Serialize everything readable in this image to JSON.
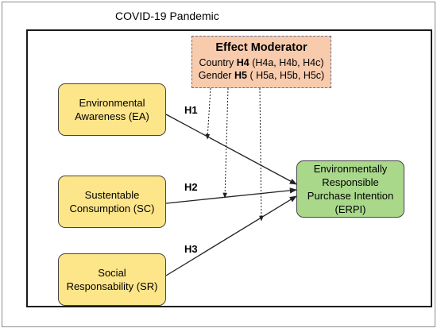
{
  "diagram": {
    "context_label": "COVID-19 Pandemic",
    "moderator": {
      "title": "Effect Moderator",
      "rows": [
        {
          "variable": "Country",
          "hypothesis": "H4",
          "subs": "(H4a, H4b, H4c)"
        },
        {
          "variable": "Gender",
          "hypothesis": "H5",
          "subs": "( H5a, H5b, H5c)"
        }
      ]
    },
    "constructs": [
      {
        "id": "EA",
        "line1": "Environmental",
        "line2": "Awareness (EA)"
      },
      {
        "id": "SC",
        "line1": "Sustentable",
        "line2": "Consumption (SC)"
      },
      {
        "id": "SR",
        "line1": "Social",
        "line2": "Responsability (SR)"
      }
    ],
    "outcome": {
      "id": "ERPI",
      "lines": [
        "Environmentally",
        "Responsible",
        "Purchase Intention",
        "(ERPI)"
      ]
    },
    "hypotheses": [
      {
        "label": "H1",
        "from": "EA",
        "to": "ERPI"
      },
      {
        "label": "H2",
        "from": "SC",
        "to": "ERPI"
      },
      {
        "label": "H3",
        "from": "SR",
        "to": "ERPI"
      }
    ],
    "colors": {
      "construct_fill": "#fde58a",
      "outcome_fill": "#a9d88b",
      "moderator_fill": "#f8cbad",
      "moderator_border": "#5b6e95"
    }
  }
}
